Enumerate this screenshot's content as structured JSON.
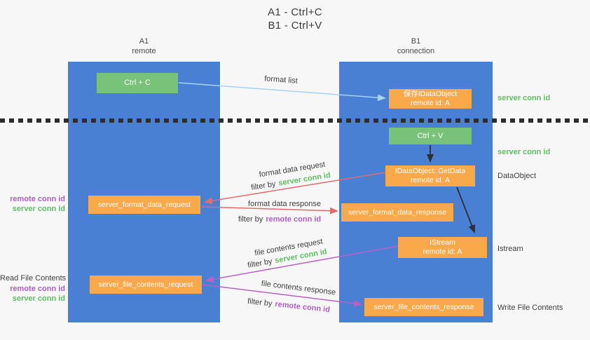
{
  "title": {
    "line1": "A1 - Ctrl+C",
    "line2": "B1 - Ctrl+V"
  },
  "columns": {
    "left": {
      "name": "A1",
      "role": "remote"
    },
    "right": {
      "name": "B1",
      "role": "connection"
    }
  },
  "nodes": {
    "ctrl_c": {
      "label": "Ctrl + C"
    },
    "save_idataobject": {
      "line1": "保存IDataObject",
      "line2": "remote id: A"
    },
    "ctrl_v": {
      "label": "Ctrl + V"
    },
    "getdata": {
      "line1": "IDataObject::GetData",
      "line2": "remote id: A"
    },
    "format_request": {
      "label": "server_format_data_request"
    },
    "format_response": {
      "label": "server_format_data_response"
    },
    "istream": {
      "line1": "IStream",
      "line2": "remote id: A"
    },
    "file_request": {
      "label": "server_file_contents_request"
    },
    "file_response": {
      "label": "server_file_contents_response"
    }
  },
  "arrow_labels": {
    "format_list": "format list",
    "format_data_request": "format data request",
    "format_data_response": "format data response",
    "file_contents_request": "file contents request",
    "file_contents_response": "file contents response",
    "filter_by": "filter by",
    "server_conn_id": "server conn id",
    "remote_conn_id": "remote conn id"
  },
  "side_labels": {
    "server_conn_id": "server conn id",
    "remote_conn_id": "remote conn id",
    "data_object": "DataObject",
    "istream": "Istream",
    "read_file_contents": "Read File Contents",
    "write_file_contents": "Write File Contents"
  },
  "colors": {
    "column_blue": "#4a80d4",
    "node_green": "#79c279",
    "node_orange": "#f9a84a",
    "arrow_red": "#e06c6c",
    "arrow_purple": "#bb5fc8",
    "arrow_lightblue": "#a6d2f0",
    "arrow_black": "#2f2f2f",
    "text_green": "#5cbf60",
    "text_purple": "#b05fc6",
    "text_dark": "#3f3f3f"
  }
}
